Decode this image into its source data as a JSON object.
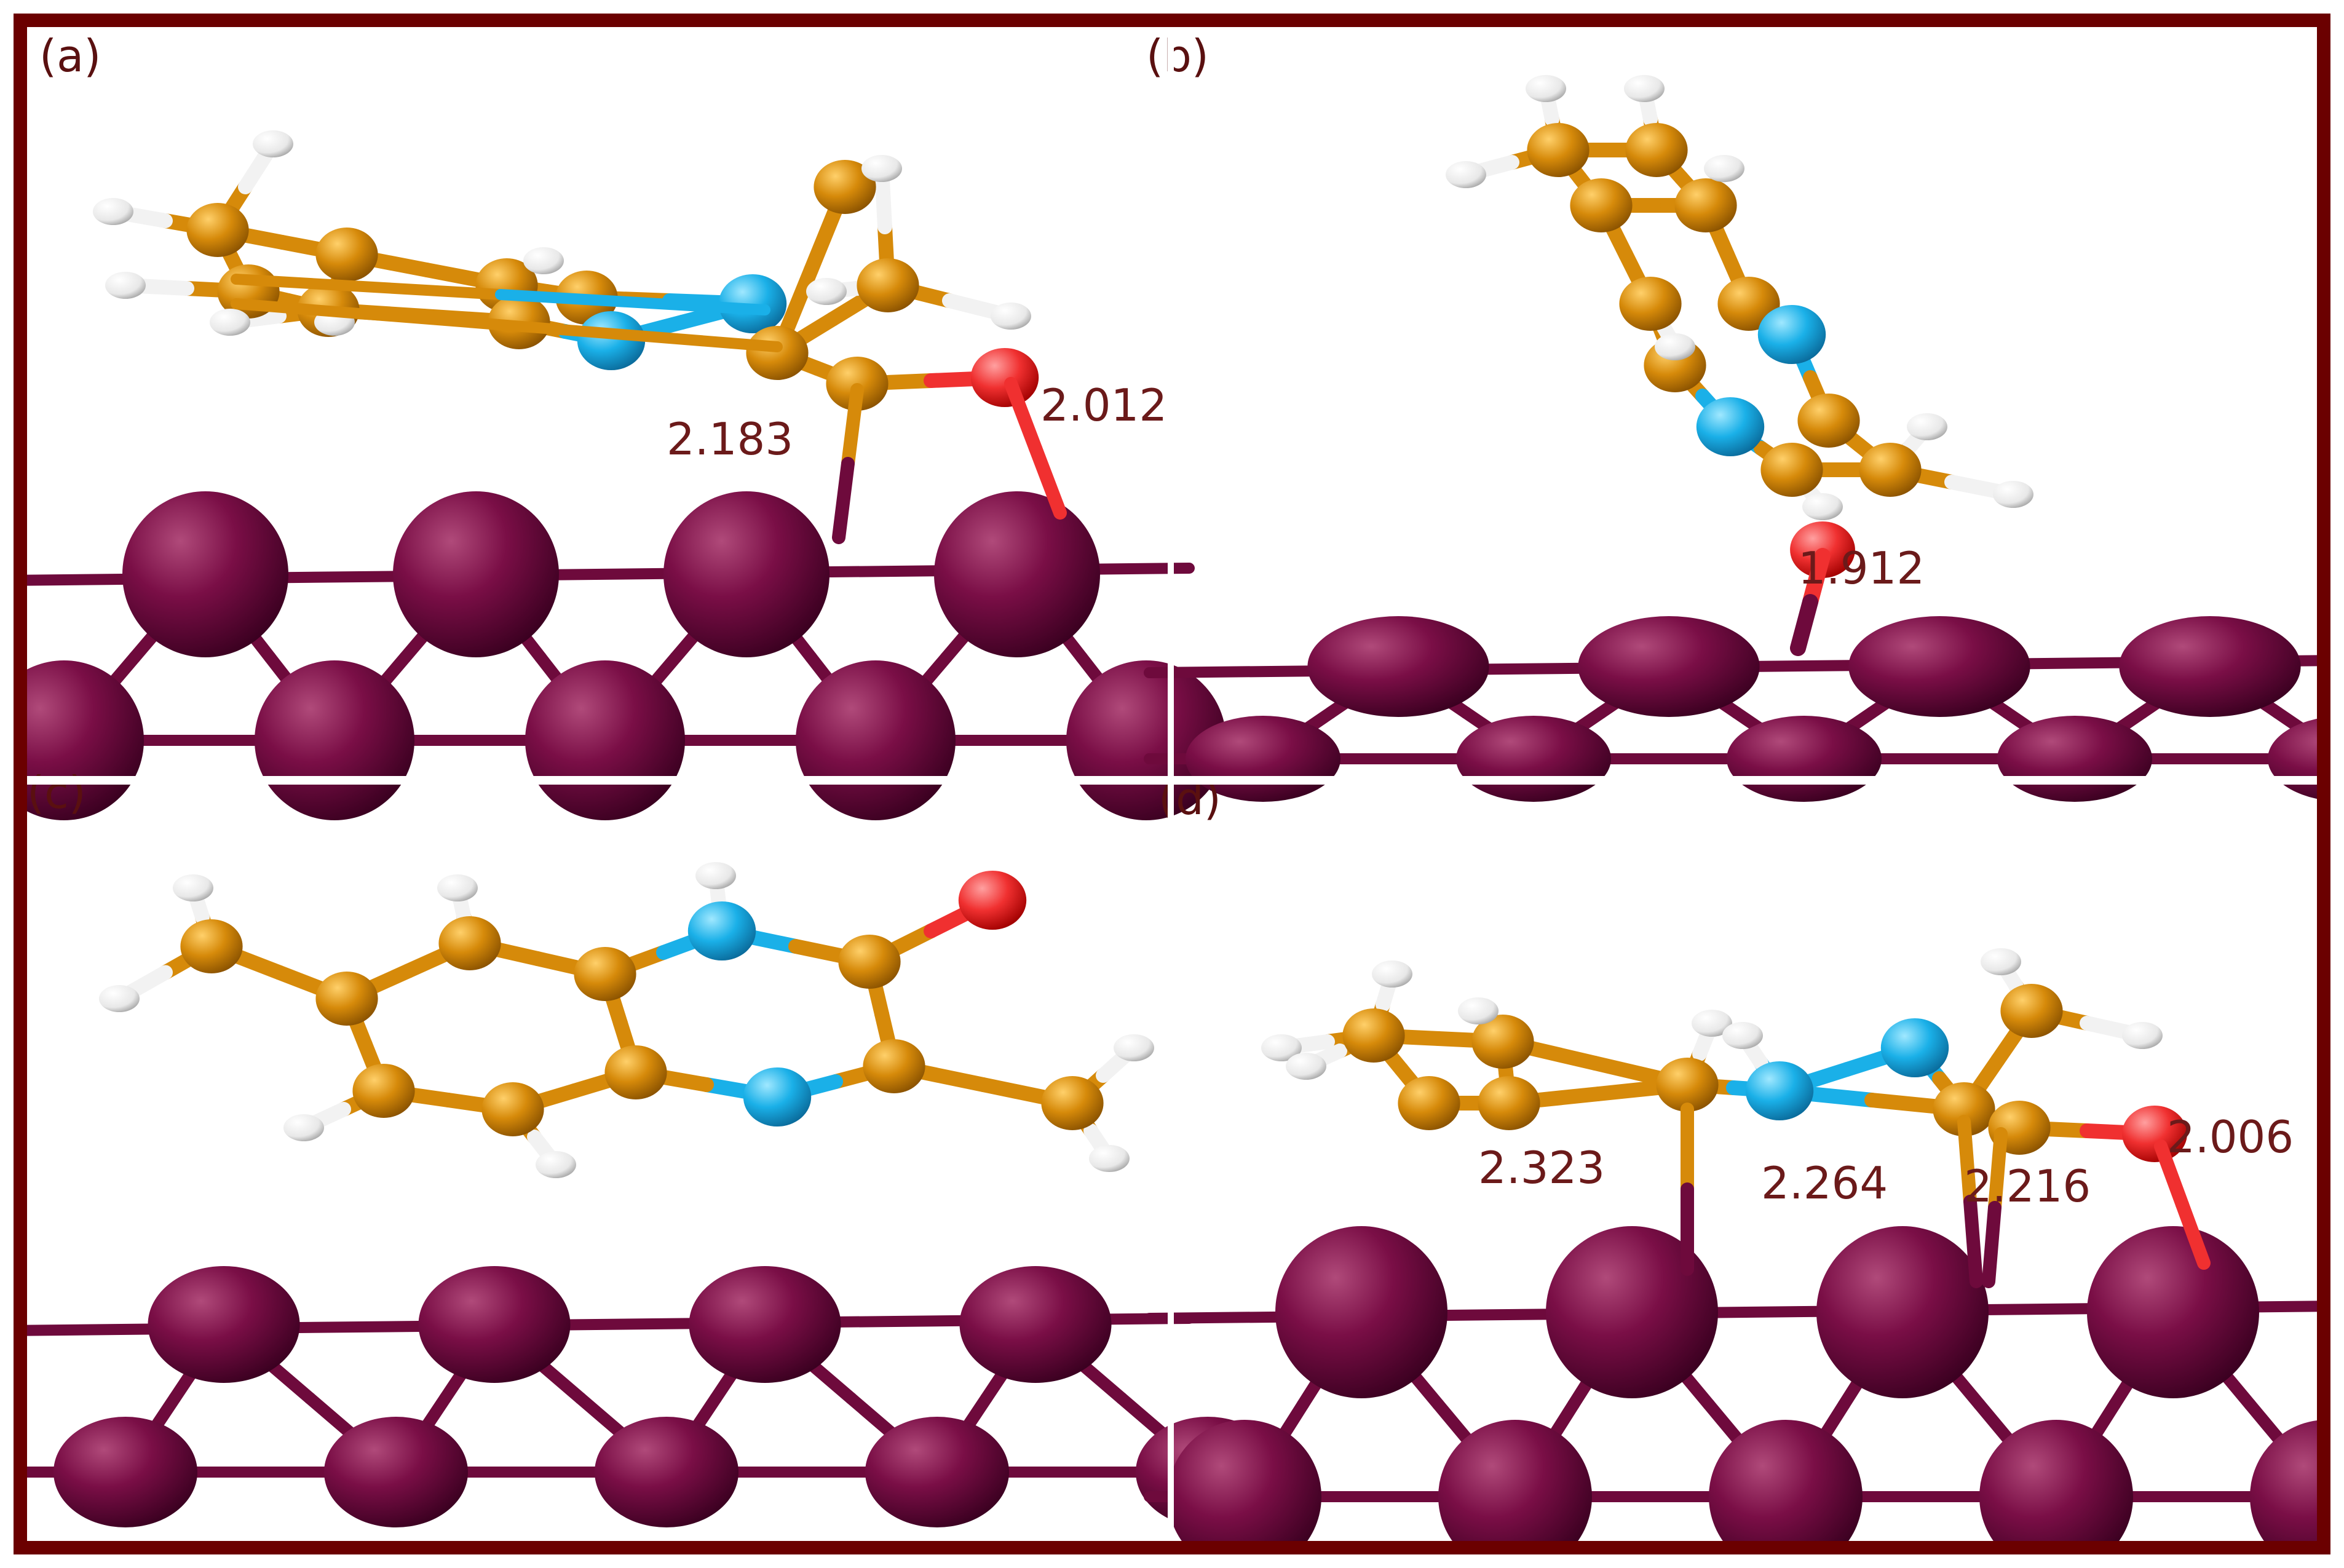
{
  "figure": {
    "panels": [
      {
        "id": "a",
        "label": "(a)",
        "distances": [
          "2.183",
          "2.012"
        ]
      },
      {
        "id": "b",
        "label": "(b)",
        "distances": [
          "1.912"
        ]
      },
      {
        "id": "c",
        "label": "(c)",
        "distances": []
      },
      {
        "id": "d",
        "label": "(d)",
        "distances": [
          "2.323",
          "2.264",
          "2.216",
          "2.006"
        ]
      }
    ]
  },
  "colors": {
    "frame": "#6b0000",
    "metal": "#6e0a3c",
    "carbon": "#d68a0a",
    "nitrogen": "#1ab0e8",
    "oxygen": "#f03030",
    "hydrogen": "#f2f2f2",
    "label": "#6b1a1a"
  }
}
